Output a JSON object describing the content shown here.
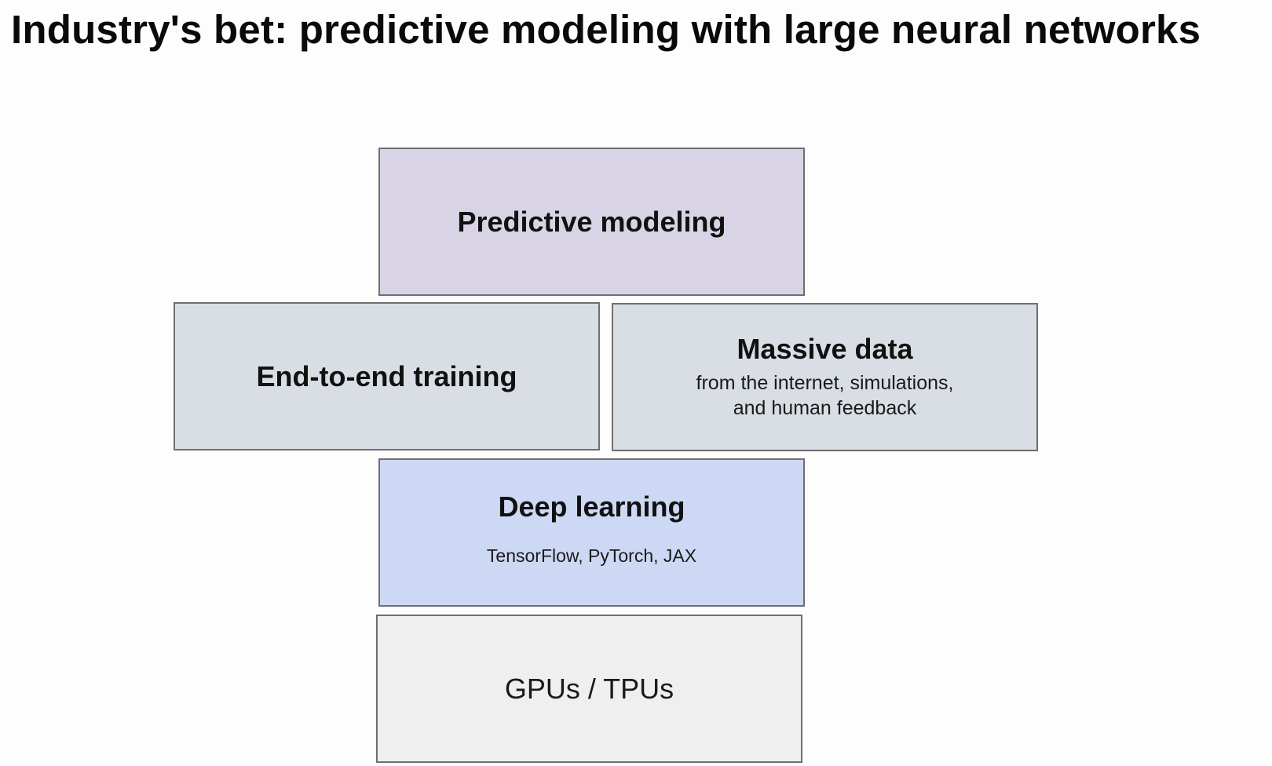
{
  "title": "Industry's bet: predictive modeling with large neural networks",
  "colors": {
    "predictive_fill": "#d9d3e6",
    "training_fill": "#d8dee3",
    "data_fill": "#d8dee3",
    "deep_learning_fill": "#cdd8f4",
    "hardware_fill": "#efeff0",
    "border": "#6f6f6f"
  },
  "blocks": {
    "predictive_modeling": {
      "heading": "Predictive modeling"
    },
    "end_to_end_training": {
      "heading": "End-to-end training"
    },
    "massive_data": {
      "heading": "Massive data",
      "sub_line1": "from the internet, simulations,",
      "sub_line2": "and human feedback"
    },
    "deep_learning": {
      "heading": "Deep learning",
      "sub": "TensorFlow, PyTorch, JAX"
    },
    "hardware": {
      "label": "GPUs / TPUs"
    }
  }
}
